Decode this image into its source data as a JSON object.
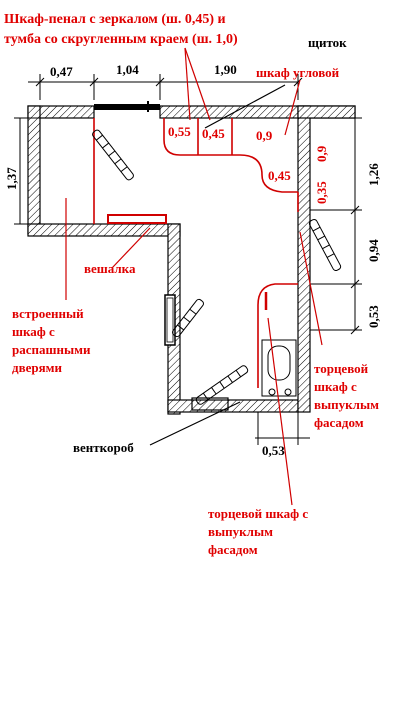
{
  "labels": {
    "title": "Шкаф-пенал с зеркалом (ш. 0,45) и\nтумба со скругленным краем (ш. 1,0)",
    "corner_cabinet": "шкаф угловой",
    "hanger": "вешалка",
    "built_in_wardrobe": "встроенный\nшкаф с\nраспашными\nдверями",
    "end_cabinet_right": "торцевой\nшкаф с\nвыпуклым\nфасадом",
    "end_cabinet_bottom": "торцевой шкаф с\nвыпуклым\nфасадом",
    "vent_duct": "венткороб",
    "panel": "щиток"
  },
  "dimensions": {
    "top_left": "0,47",
    "top_door": "1,04",
    "top_right": "1,90",
    "left_wall": "1,37",
    "right_top": "1,26",
    "right_mid": "0,94",
    "right_bottom": "0,53",
    "bottom_right": "0,53"
  },
  "furniture_dims": {
    "d055": "0,55",
    "d045a": "0,45",
    "d09": "0,9",
    "d045b": "0,45",
    "d035": "0,35",
    "d09v": "0,9"
  }
}
